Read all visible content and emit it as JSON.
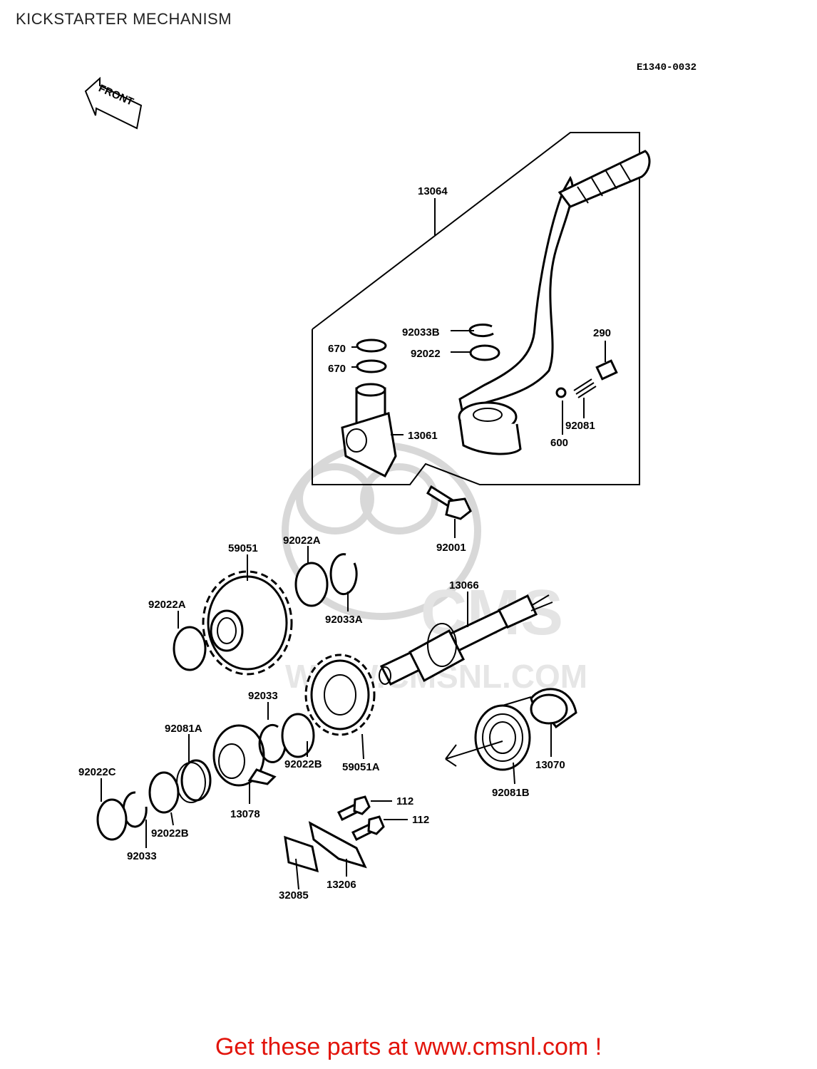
{
  "page": {
    "title": "KICKSTARTER MECHANISM",
    "diagram_code": "E1340-0032",
    "front_arrow_label": "FRONT",
    "watermark_text": "CMS",
    "watermark_url": "WWW.CMSNL.COM",
    "promo_text": "Get these parts at www.cmsnl.com !"
  },
  "colors": {
    "promo": "#e2140b",
    "lines": "#000000",
    "watermark": "#d8d8d8"
  },
  "part_labels": [
    "13064",
    "92033B",
    "92022",
    "290",
    "670",
    "670",
    "13061",
    "92081",
    "600",
    "92001",
    "59051",
    "92022A",
    "92022A",
    "92033A",
    "13066",
    "92033",
    "92081A",
    "92022B",
    "59051A",
    "13070",
    "92022C",
    "13078",
    "92022B",
    "92081B",
    "112",
    "112",
    "92033",
    "32085",
    "13206"
  ]
}
